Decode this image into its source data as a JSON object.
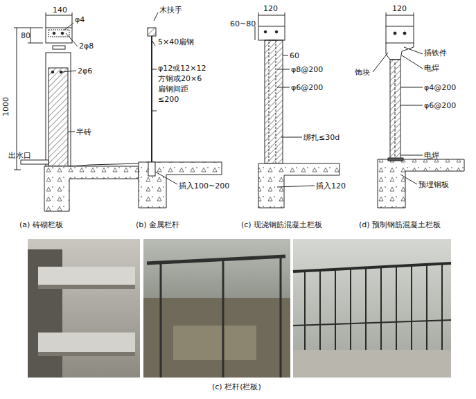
{
  "diagram": {
    "labels": [
      "140",
      "φ4",
      "80",
      "2φ8",
      "1000",
      "2φ6",
      "半砖",
      "出水口",
      "(a) 砖砌栏板",
      "木扶手",
      "5×40扁钢",
      "φ12或12×12 方钢或20×6 扁钢间距≤200",
      "插入100~200",
      "(b) 金属栏杆",
      "120",
      "60~80",
      "60",
      "φ8@200",
      "φ6@200",
      "绑扎≤30d",
      "插入120",
      "(c) 现浇钢筋混凝土栏板",
      "120",
      "饰块",
      "插铁件",
      "电焊",
      "φ4@200",
      "φ6@200",
      "电焊",
      "预埋钢板",
      "(d) 预制钢筋混凝土栏板",
      "(c) 栏杆(栏板)"
    ]
  }
}
